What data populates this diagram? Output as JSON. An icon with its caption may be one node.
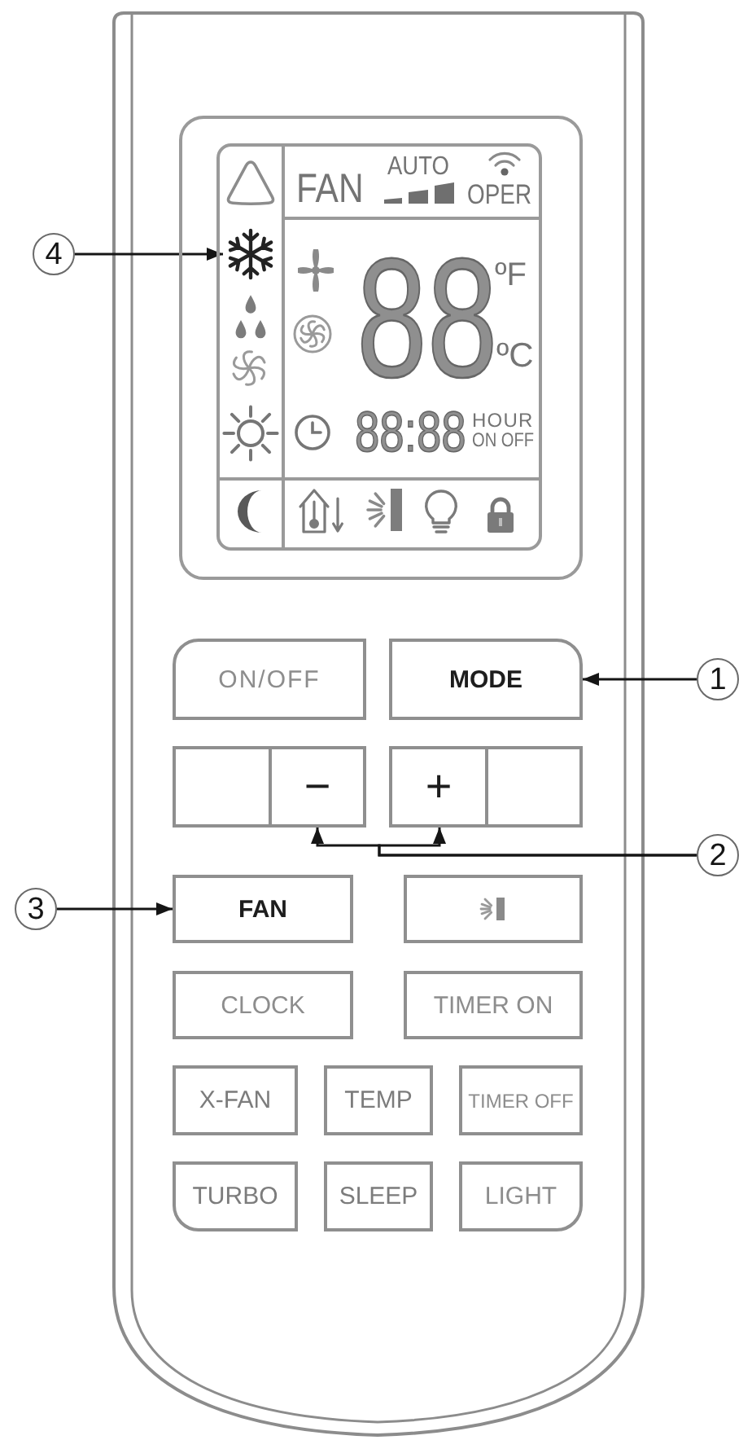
{
  "diagram": {
    "nodes": [
      {
        "text": [
          "FAN",
          "AUTO",
          "OPER",
          "88",
          "ºF",
          "ºC",
          "88:88",
          "HOUR",
          "ON OFF"
        ]
      },
      {
        "text": [],
        "shape": "picture",
        "in": 0
      },
      {
        "text": [
          "4"
        ]
      },
      {
        "text": [
          "ON/OFF"
        ]
      },
      {
        "text": [
          "MODE"
        ]
      },
      {
        "text": [
          "1"
        ]
      },
      {
        "text": [],
        "shape": "box"
      },
      {
        "text": [
          "−"
        ]
      },
      {
        "text": [
          "+"
        ]
      },
      {
        "text": [],
        "shape": "box"
      },
      {
        "text": [
          "2"
        ]
      },
      {
        "text": [
          "3"
        ]
      },
      {
        "text": [
          "FAN"
        ]
      },
      {
        "text": [],
        "shape": "box"
      },
      {
        "text": [
          "CLOCK"
        ]
      },
      {
        "text": [
          "TIMER ON"
        ]
      },
      {
        "text": [
          "X-FAN"
        ]
      },
      {
        "text": [
          "TEMP"
        ]
      },
      {
        "text": [
          "TIMER OFF"
        ]
      },
      {
        "text": [
          "TURBO"
        ]
      },
      {
        "text": [
          "SLEEP"
        ]
      },
      {
        "text": [
          "LIGHT"
        ]
      }
    ],
    "edges": [
      {
        "from": 2,
        "to": 1,
        "arrow": "to"
      },
      {
        "from": 5,
        "to": 4,
        "arrow": "to"
      },
      {
        "from": 10,
        "to": 7,
        "arrow": "to"
      },
      {
        "from": 10,
        "to": 8,
        "arrow": "to"
      },
      {
        "from": 11,
        "to": 12,
        "arrow": "to"
      }
    ]
  }
}
